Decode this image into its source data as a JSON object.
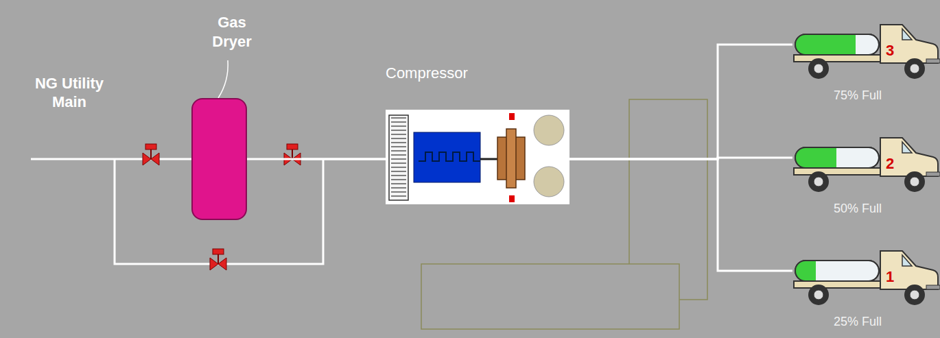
{
  "diagram": {
    "nodes": [
      {
        "text": [
          "Gas Dryer"
        ]
      },
      {
        "text": [
          "Compressor"
        ]
      },
      {
        "text": [
          "3",
          "75% Full"
        ]
      },
      {
        "text": [
          "2",
          "50% Full"
        ]
      },
      {
        "text": [
          "1",
          "25% Full"
        ]
      }
    ],
    "edges": [
      {
        "from": 0,
        "to": 1,
        "arrow": "none"
      },
      {
        "from": 1,
        "to": 2,
        "arrow": "none"
      },
      {
        "from": 1,
        "to": 3,
        "arrow": "none"
      },
      {
        "from": 1,
        "to": 4,
        "arrow": "none"
      }
    ],
    "labels": [
      "NG Utility Main"
    ]
  }
}
